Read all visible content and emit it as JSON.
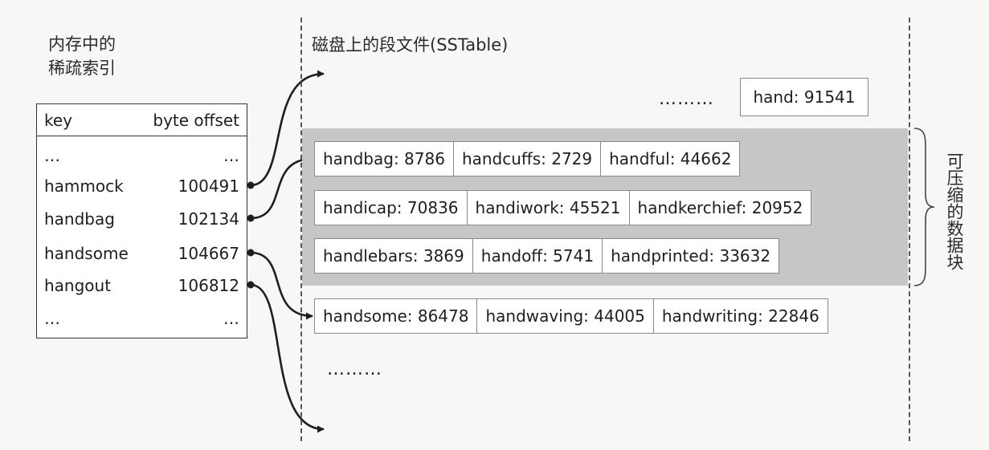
{
  "index_title": [
    "内存中的",
    "稀疏索引"
  ],
  "disk_title": "磁盘上的段文件(SSTable)",
  "compress_label": "可压缩的数据块",
  "index_table": {
    "header": {
      "key": "key",
      "offset": "byte offset"
    },
    "rows": [
      {
        "key": "…",
        "offset": "…"
      },
      {
        "key": "hammock",
        "offset": "100491"
      },
      {
        "key": "handbag",
        "offset": "102134"
      },
      {
        "key": "handsome",
        "offset": "104667"
      },
      {
        "key": "hangout",
        "offset": "106812"
      },
      {
        "key": "…",
        "offset": "…"
      }
    ]
  },
  "top_entry": {
    "dots": "………",
    "label": "hand: 91541"
  },
  "segment_rows": [
    [
      "handbag: 8786",
      "handcuffs: 2729",
      "handful: 44662"
    ],
    [
      "handicap: 70836",
      "handiwork: 45521",
      "handkerchief: 20952"
    ],
    [
      "handlebars: 3869",
      "handoff: 5741",
      "handprinted: 33632"
    ],
    [
      "handsome: 86478",
      "handwaving: 44005",
      "handwriting: 22846"
    ]
  ],
  "bottom_dots": "………",
  "colors": {
    "band": "#c6c6c6",
    "line": "#1e1e1e",
    "box_border": "#8a8a8a"
  }
}
